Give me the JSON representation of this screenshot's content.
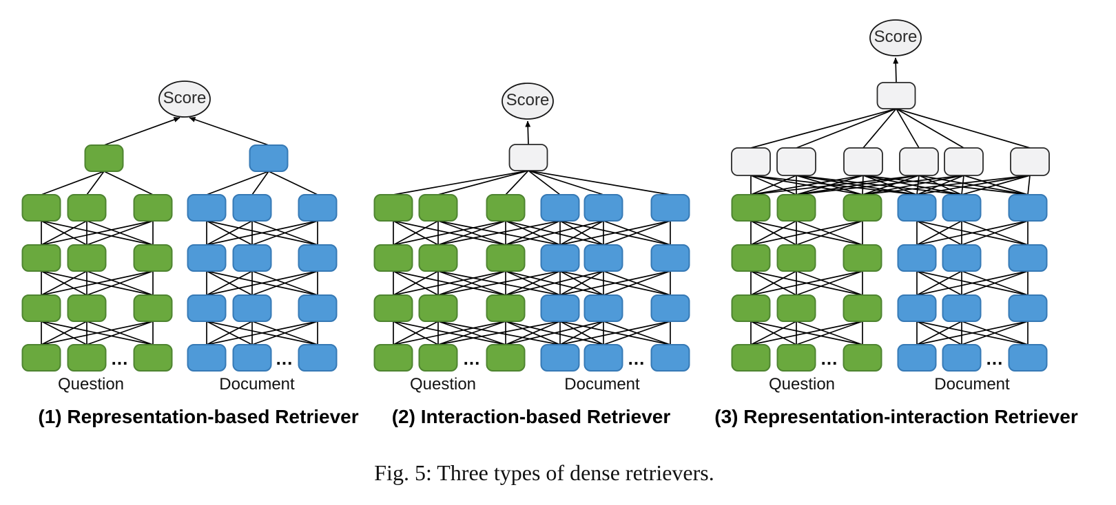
{
  "figure_caption": "Fig. 5: Three types of dense retrievers.",
  "colors": {
    "question_box_fill": "#6aa93e",
    "question_box_stroke": "#4e8430",
    "document_box_fill": "#4f9ad8",
    "document_box_stroke": "#3679b5",
    "neutral_box_fill": "#f2f2f3",
    "neutral_box_stroke": "#2a2a2a",
    "connector_line": "#000000",
    "score_ellipse_fill": "#f0f0f1",
    "score_ellipse_stroke": "#161616",
    "text_color": "#111111"
  },
  "panels": [
    {
      "caption": "(1) Representation-based Retriever",
      "score_label": "Score",
      "question_label": "Question",
      "document_label": "Document",
      "ellipsis": "...",
      "structure": {
        "type": "representation",
        "encoder_layers": 4,
        "tokens_per_tower": 3,
        "towers": [
          "question",
          "document"
        ],
        "pooled_vectors": 2
      }
    },
    {
      "caption": "(2) Interaction-based Retriever",
      "score_label": "Score",
      "question_label": "Question",
      "document_label": "Document",
      "ellipsis": "...",
      "structure": {
        "type": "interaction",
        "encoder_layers": 4,
        "tokens_per_tower": 3,
        "towers": [
          "question",
          "document"
        ],
        "aggregator_boxes": 1
      }
    },
    {
      "caption": "(3) Representation-interaction Retriever",
      "score_label": "Score",
      "question_label": "Question",
      "document_label": "Document",
      "ellipsis": "...",
      "structure": {
        "type": "representation-interaction",
        "encoder_layers": 4,
        "tokens_per_tower": 3,
        "towers": [
          "question",
          "document"
        ],
        "interaction_boxes": 6,
        "aggregator_boxes": 1
      }
    }
  ]
}
